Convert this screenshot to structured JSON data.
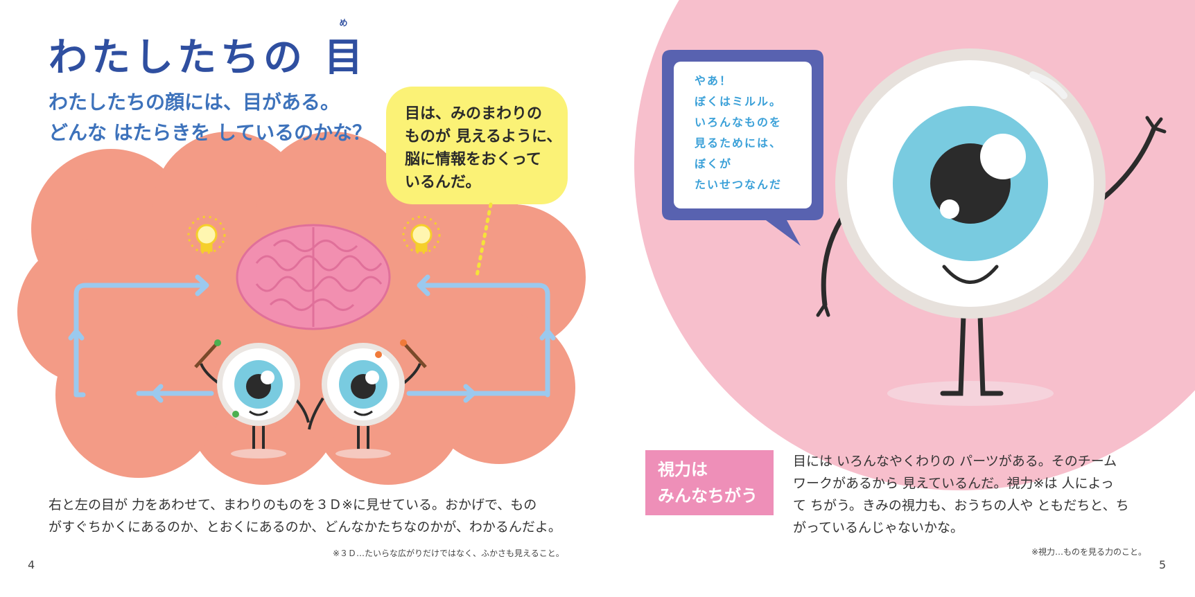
{
  "left_page": {
    "title": "わたしたちの",
    "title_kanji": "目",
    "title_ruby": "め",
    "subtitle_lines": [
      "わたしたちの顔には、目がある。",
      "どんな はたらきを しているのかな？"
    ],
    "bubble_lines": [
      "目は、みのまわりの",
      "ものが 見えるように、",
      "脳に情報をおくって",
      "いるんだ。"
    ],
    "body_lines": [
      "右と左の目が 力をあわせて、まわりのものを３Ｄ※に見せている。おかげで、もの",
      "がすぐちかくにあるのか、とおくにあるのか、どんなかたちなのかが、わかるんだよ。"
    ],
    "footnote": "※３Ｄ…たいらな広がりだけではなく、ふかさも見えること。",
    "page_number": "4"
  },
  "right_page": {
    "speech_lines": [
      "やあ！",
      "ぼくはミルル。",
      "いろんなものを",
      "見るためには、",
      "ぼくが",
      "たいせつなんだ"
    ],
    "label_lines": [
      "視力は",
      "みんなちがう"
    ],
    "body_lines": [
      "目には いろんなやくわりの パーツがある。そのチーム",
      "ワークがあるから 見えているんだ。視力※は 人によっ",
      "て ちがう。きみの視力も、おうちの人や ともだちと、ち",
      "がっているんじゃないかな。"
    ],
    "footnote": "※視力…ものを見る力のこと。",
    "page_number": "5"
  },
  "colors": {
    "title_blue": "#2f4fa0",
    "subtitle_blue": "#3d72bb",
    "cloud_salmon": "#f39b86",
    "bubble_yellow": "#fbf276",
    "big_circle_pink": "#f7bfcc",
    "label_pink": "#ee8fb8",
    "iris_blue": "#79cbe0",
    "arrow_blue": "#9bc9ee",
    "brain_pink": "#f28fb0"
  },
  "icons": [
    "lightbulb-icon",
    "brain-illustration",
    "eyeball-character",
    "paintbrush-icon",
    "speech-bubble"
  ]
}
